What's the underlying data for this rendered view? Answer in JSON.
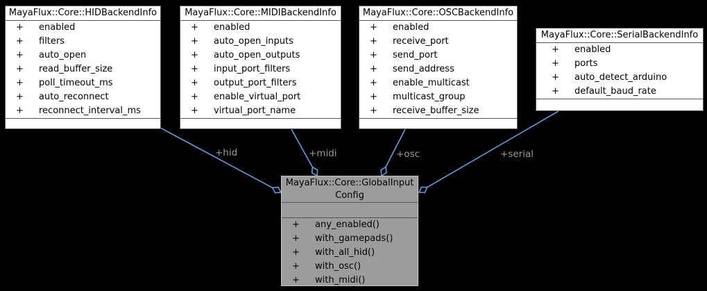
{
  "colors": {
    "background": "#000000",
    "node_fill": "#ffffff",
    "node_border": "#595959",
    "node_text": "#000000",
    "highlight_node_fill": "#9c9c9c",
    "highlight_node_border": "#c6c6c6",
    "highlight_separator": "#545454",
    "edge_line": "#5da9f2",
    "edge_label_text": "#9a9a9a"
  },
  "classes": {
    "hid": {
      "title": "MayaFlux::Core::HIDBackendInfo",
      "members": [
        {
          "vis": "+",
          "name": "enabled"
        },
        {
          "vis": "+",
          "name": "filters"
        },
        {
          "vis": "+",
          "name": "auto_open"
        },
        {
          "vis": "+",
          "name": "read_buffer_size"
        },
        {
          "vis": "+",
          "name": "poll_timeout_ms"
        },
        {
          "vis": "+",
          "name": "auto_reconnect"
        },
        {
          "vis": "+",
          "name": "reconnect_interval_ms"
        }
      ]
    },
    "midi": {
      "title": "MayaFlux::Core::MIDIBackendInfo",
      "members": [
        {
          "vis": "+",
          "name": "enabled"
        },
        {
          "vis": "+",
          "name": "auto_open_inputs"
        },
        {
          "vis": "+",
          "name": "auto_open_outputs"
        },
        {
          "vis": "+",
          "name": "input_port_filters"
        },
        {
          "vis": "+",
          "name": "output_port_filters"
        },
        {
          "vis": "+",
          "name": "enable_virtual_port"
        },
        {
          "vis": "+",
          "name": "virtual_port_name"
        }
      ]
    },
    "osc": {
      "title": "MayaFlux::Core::OSCBackendInfo",
      "members": [
        {
          "vis": "+",
          "name": "enabled"
        },
        {
          "vis": "+",
          "name": "receive_port"
        },
        {
          "vis": "+",
          "name": "send_port"
        },
        {
          "vis": "+",
          "name": "send_address"
        },
        {
          "vis": "+",
          "name": "enable_multicast"
        },
        {
          "vis": "+",
          "name": "multicast_group"
        },
        {
          "vis": "+",
          "name": "receive_buffer_size"
        }
      ]
    },
    "serial": {
      "title": "MayaFlux::Core::SerialBackendInfo",
      "members": [
        {
          "vis": "+",
          "name": "enabled"
        },
        {
          "vis": "+",
          "name": "ports"
        },
        {
          "vis": "+",
          "name": "auto_detect_arduino"
        },
        {
          "vis": "+",
          "name": "default_baud_rate"
        }
      ]
    },
    "global": {
      "title_line1": "MayaFlux::Core::GlobalInput",
      "title_line2": "Config",
      "members": [
        {
          "vis": "+",
          "name": "any_enabled()"
        },
        {
          "vis": "+",
          "name": "with_gamepads()"
        },
        {
          "vis": "+",
          "name": "with_all_hid()"
        },
        {
          "vis": "+",
          "name": "with_osc()"
        },
        {
          "vis": "+",
          "name": "with_midi()"
        }
      ]
    }
  },
  "edges": {
    "hid": {
      "label": "+hid"
    },
    "midi": {
      "label": "+midi"
    },
    "osc": {
      "label": "+osc"
    },
    "serial": {
      "label": "+serial"
    }
  }
}
